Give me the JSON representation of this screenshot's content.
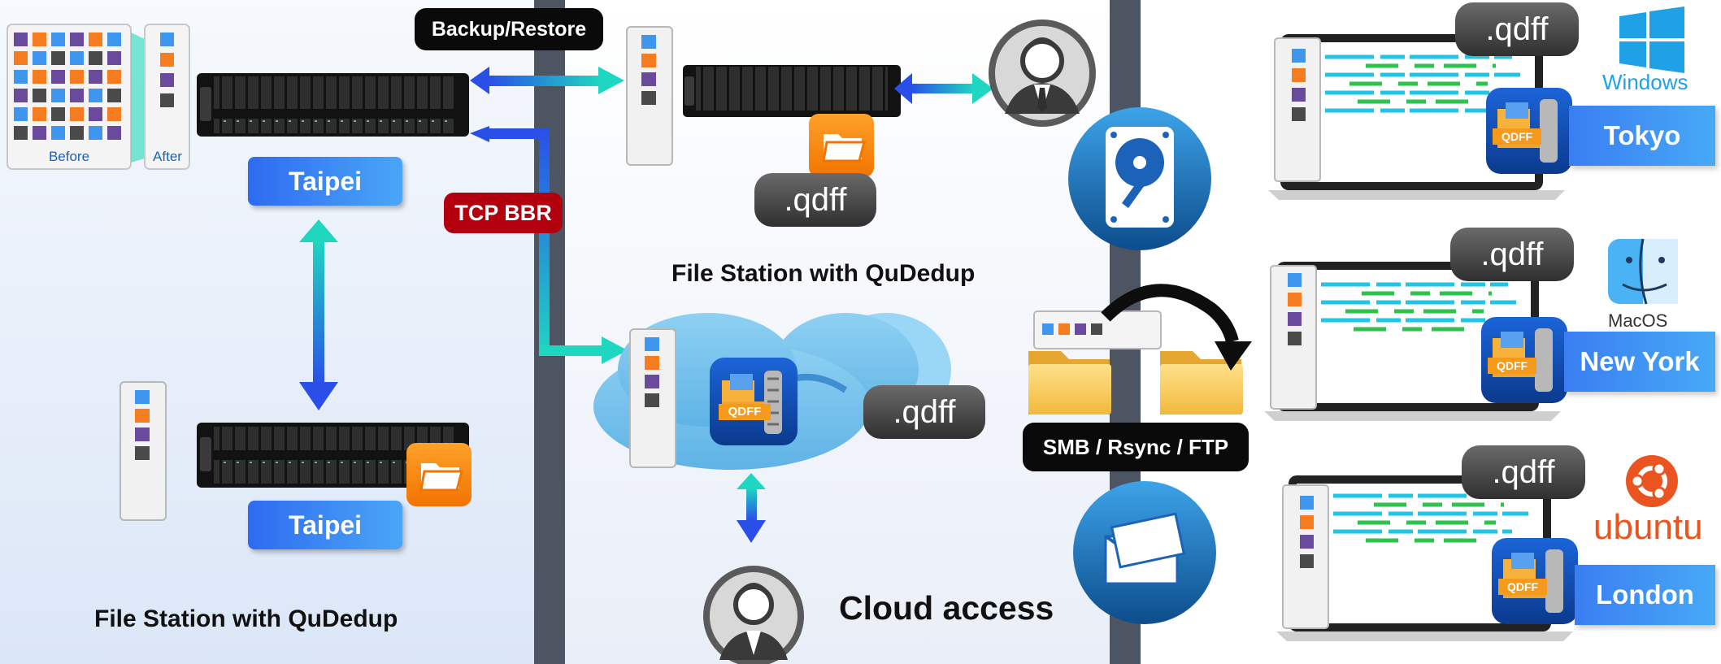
{
  "left_panel": {
    "matrix_before_label": "Before",
    "matrix_after_label": "After",
    "site_top": "Taipei",
    "site_bottom": "Taipei",
    "caption": "File Station with QuDedup"
  },
  "links": {
    "backup_restore": "Backup/Restore",
    "tcp_bbr": "TCP BBR"
  },
  "middle_panel": {
    "nas_file_tag": ".qdff",
    "caption": "File Station with QuDedup",
    "cloud_file_tag": ".qdff",
    "cloud_app_label": "QDFF",
    "cloud_caption": "Cloud access"
  },
  "transfer": {
    "protocols": "SMB / Rsync / FTP"
  },
  "clients": [
    {
      "file_tag": ".qdff",
      "city": "Tokyo",
      "os": "Windows",
      "app_label": "QDFF"
    },
    {
      "file_tag": ".qdff",
      "city": "New York",
      "os": "MacOS",
      "app_label": "QDFF"
    },
    {
      "file_tag": ".qdff",
      "city": "London",
      "os": "ubuntu",
      "app_label": "QDFF"
    }
  ],
  "colors": {
    "accent_blue": "#2e6bf0",
    "accent_teal": "#1fd1c0",
    "bbr_red": "#b3000f",
    "qdff_orange": "#ff8a00",
    "divider": "#4d5563"
  }
}
